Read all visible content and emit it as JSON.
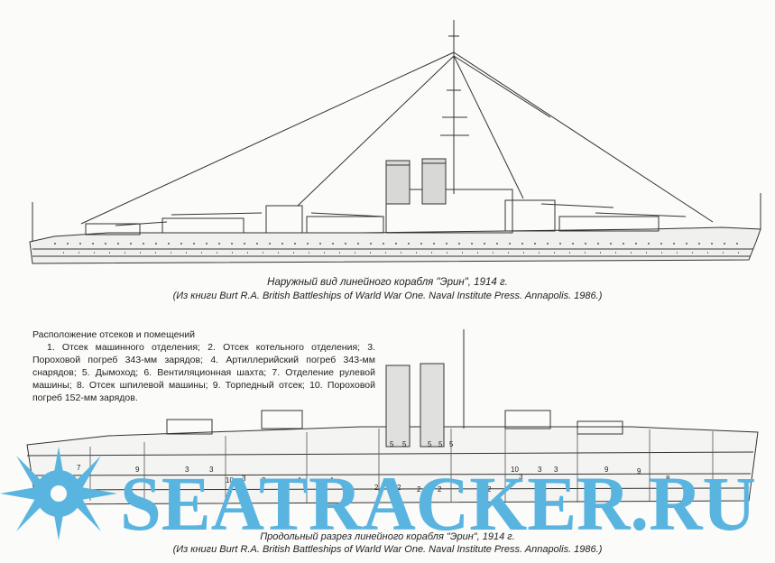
{
  "top_caption": {
    "title": "Наружный вид линейного корабля \"Эрин\", 1914 г.",
    "source": "(Из книги Burt R.A. British Battleships of Warld War One. Naval Institute Press. Annapolis. 1986.)"
  },
  "legend": {
    "title": "Расположение отсеков и помещений",
    "text": "1. Отсек машинного отделения; 2. Отсек котельного отделения; 3. Пороховой погреб 343-мм зарядов; 4. Артиллерийский погреб 343-мм снарядов; 5. Дымоход; 6. Вентиляционная шахта; 7. Отделение рулевой машины; 8. Отсек шпилевой машины; 9. Торпедный отсек; 10. Пороховой погреб 152-мм зарядов."
  },
  "bottom_caption": {
    "title": "Продольный разрез линейного корабля \"Эрин\", 1914 г.",
    "source": "(Из книги Burt R.A. British Battleships of Warld War One. Naval Institute Press. Annapolis. 1986.)"
  },
  "section_numbers": [
    "7",
    "9",
    "3",
    "3",
    "5",
    "5",
    "5",
    "5",
    "5",
    "10",
    "3",
    "3",
    "1",
    "4",
    "2",
    "2",
    "2",
    "2",
    "2",
    "2",
    "3",
    "10",
    "3",
    "3",
    "9",
    "9",
    "8"
  ],
  "watermark": {
    "text": "SEATRACKER.RU",
    "color": "#5ab4e0"
  }
}
